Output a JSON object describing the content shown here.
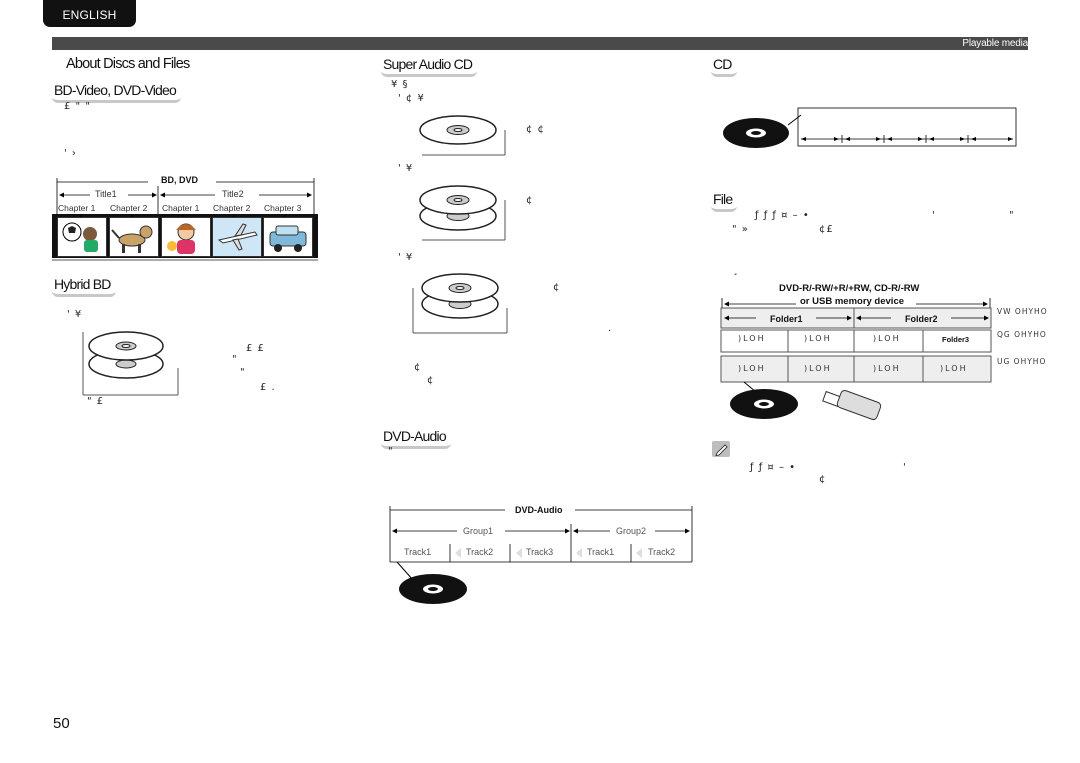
{
  "header": {
    "language_tab": "ENGLISH",
    "section_label": "Playable media"
  },
  "left_column": {
    "title": "About Discs and Files",
    "bd_section": {
      "title": "BD-Video, DVD-Video",
      "garble_1": "£ \" \"",
      "garble_2": "' ›",
      "diagram": {
        "group_label": "BD, DVD",
        "title1": "Title1",
        "title2": "Title2",
        "chapters": [
          "Chapter 1",
          "Chapter 2",
          "Chapter 1",
          "Chapter 2",
          "Chapter 3"
        ],
        "images": [
          "soccer-player-icon",
          "dog-icon",
          "girl-icon",
          "airplane-icon",
          "car-icon"
        ]
      }
    },
    "hybrid_section": {
      "title": "Hybrid BD",
      "garble_1": "' ¥",
      "garble_2": "£        £",
      "garble_3": "\"",
      "garble_4": "\"",
      "garble_5": "£      .",
      "garble_6": "\"          £"
    }
  },
  "middle_column": {
    "sacd_section": {
      "title": "Super Audio CD",
      "garble_1": "¥   §",
      "garble_2": "'   ¢    ¥",
      "garble_3": "¢          ¢",
      "garble_4": "'      ¥",
      "garble_5": "¢",
      "garble_6": "'  ¥",
      "garble_7": "¢",
      "garble_8": ".",
      "garble_9": "¢",
      "garble_10": "¢"
    },
    "dvd_audio_section": {
      "title": "DVD-Audio",
      "garble_1": "\"",
      "diagram": {
        "group_label": "DVD-Audio",
        "groups": [
          "Group1",
          "Group2"
        ],
        "tracks": [
          "Track1",
          "Track2",
          "Track3",
          "Track1",
          "Track2"
        ]
      }
    }
  },
  "right_column": {
    "cd_section": {
      "title": "CD"
    },
    "file_section": {
      "title": "File",
      "garble_1": "ƒ   ƒ          ƒ ¤  –    •",
      "garble_2": "'",
      "garble_3": "\"",
      "garble_4": "\"   »",
      "garble_5": "¢£",
      "garble_6": "¸",
      "diagram": {
        "media_label_line1": "DVD-R/-RW/+R/+RW, CD-R/-RW",
        "media_label_line2": "or USB memory device",
        "folders": [
          "Folder1",
          "Folder2",
          "Folder3"
        ],
        "file_token": ")LOH",
        "level_labels": [
          "VW OHYHO",
          "QG OHYHO",
          "UG OHYHO"
        ]
      },
      "note_garble_1": "ƒ   ƒ       ¤  –    •",
      "note_garble_2": "'",
      "note_garble_3": "¢"
    }
  },
  "footer": {
    "page_number": "50"
  }
}
